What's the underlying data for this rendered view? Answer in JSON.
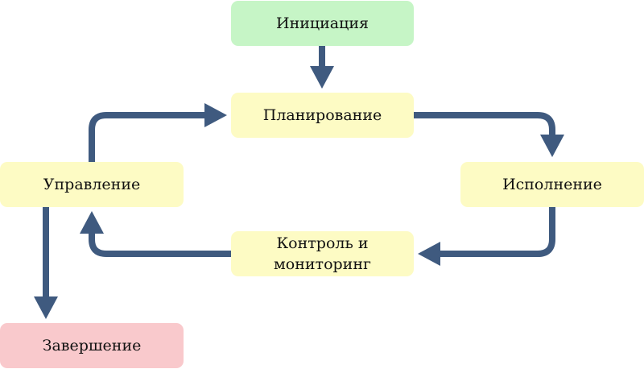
{
  "colors": {
    "start": "#c6f5c6",
    "process": "#fdfbc4",
    "end": "#f9c9cc",
    "arrow": "#3f5a7f"
  },
  "nodes": {
    "initiation": "Инициация",
    "planning": "Планирование",
    "execution": "Исполнение",
    "control_line1": "Контроль и",
    "control_line2": "мониторинг",
    "management": "Управление",
    "closing": "Завершение"
  }
}
